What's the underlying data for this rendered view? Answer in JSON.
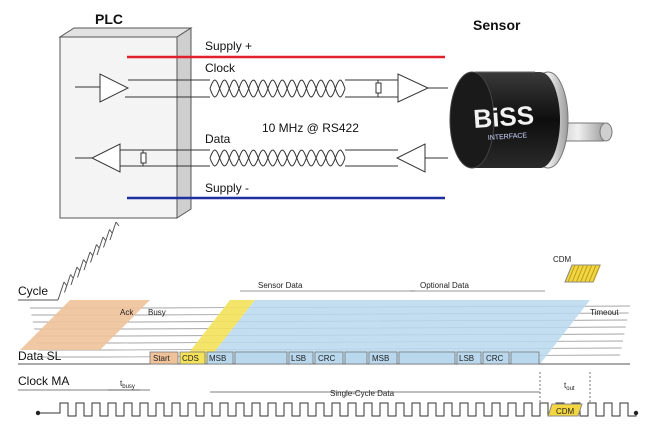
{
  "top": {
    "plc_title": "PLC",
    "sensor_title": "Sensor",
    "supply_plus": "Supply +",
    "clock": "Clock",
    "rate": "10 MHz @ RS422",
    "data": "Data",
    "supply_minus": "Supply -",
    "encoder_brand": "BiSS",
    "encoder_sub": "INTERFACE"
  },
  "timing": {
    "cycle": "Cycle",
    "cdm_top": "CDM",
    "sensor_data": "Sensor Data",
    "optional_data": "Optional Data",
    "timeout": "Timeout",
    "ack": "Ack",
    "busy": "Busy",
    "data_sl": "Data SL",
    "start": "Start",
    "cds": "CDS",
    "msb1": "MSB",
    "lsb1": "LSB",
    "crc1": "CRC",
    "msb2": "MSB",
    "lsb2": "LSB",
    "crc2": "CRC",
    "clock_ma": "Clock MA",
    "t_busy": "t",
    "t_busy_sub": "busy",
    "single_cycle": "Single-Cycle Data",
    "t_out": "t",
    "t_out_sub": "out",
    "cdm_bottom": "CDM"
  },
  "colors": {
    "supply_plus": "#e0202a",
    "supply_minus": "#1f2fa0",
    "ack_fill": "#f0c29a",
    "cds_fill": "#f3e25a",
    "data_fill": "#b9d8ee",
    "cdm_fill": "#f3d640",
    "plc_box": "#f2f2f2"
  }
}
